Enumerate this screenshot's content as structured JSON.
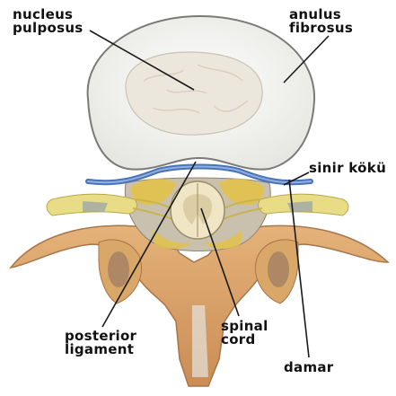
{
  "labels": {
    "nucleus_pulposus": [
      "nucleus",
      "pulposus"
    ],
    "anulus_fibrosus": [
      "anulus",
      "fibrosus"
    ],
    "sinir_koku": "sinir kökü",
    "spinal_cord": [
      "spinal",
      "cord"
    ],
    "posterior_ligament": [
      "posterior",
      "ligament"
    ],
    "damar": "damar"
  },
  "colors": {
    "disc_outer": "#f4f4f0",
    "disc_inner": "#eae6da",
    "bone": "#d9a266",
    "nerve_root": "#e8dc86",
    "vessel": "#4a73b8",
    "cord": "#e8dbb4",
    "fat": "#e2c24a",
    "leader_line": "#1a1a1a"
  }
}
